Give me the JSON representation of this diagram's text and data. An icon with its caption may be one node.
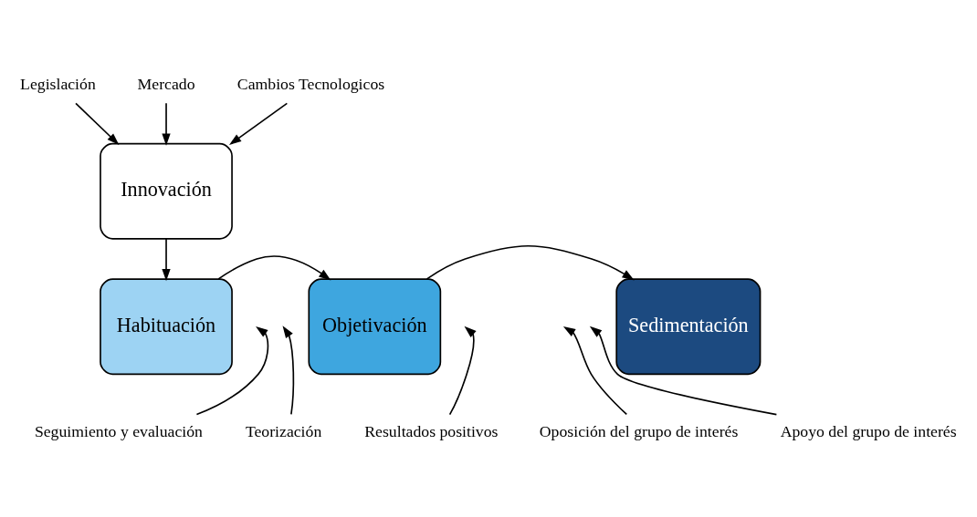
{
  "diagram": {
    "nodes": [
      {
        "text": [
          "Legislación"
        ]
      },
      {
        "text": [
          "Mercado"
        ]
      },
      {
        "text": [
          "Cambios Tecnologicos"
        ]
      },
      {
        "text": [
          "Innovación"
        ]
      },
      {
        "text": [
          "Habituación"
        ]
      },
      {
        "text": [
          "Objetivación"
        ]
      },
      {
        "text": [
          "Sedimentación"
        ]
      },
      {
        "text": [
          "Seguimiento y evaluación"
        ]
      },
      {
        "text": [
          "Teorización"
        ]
      },
      {
        "text": [
          "Resultados positivos"
        ]
      },
      {
        "text": [
          "Oposición del grupo de interés"
        ]
      },
      {
        "text": [
          "Apoyo del grupo de interés"
        ]
      }
    ],
    "edges": [
      {
        "from": 0,
        "to": 3,
        "arrow": "to"
      },
      {
        "from": 1,
        "to": 3,
        "arrow": "to"
      },
      {
        "from": 2,
        "to": 3,
        "arrow": "to"
      },
      {
        "from": 3,
        "to": 4,
        "arrow": "to"
      },
      {
        "from": 4,
        "to": 5,
        "arrow": "to"
      },
      {
        "from": 5,
        "to": 6,
        "arrow": "to"
      },
      {
        "from": 7,
        "to": null,
        "arrow": "to"
      },
      {
        "from": 8,
        "to": null,
        "arrow": "to"
      },
      {
        "from": 9,
        "to": null,
        "arrow": "to"
      },
      {
        "from": 10,
        "to": null,
        "arrow": "to"
      },
      {
        "from": 11,
        "to": null,
        "arrow": "to"
      }
    ]
  }
}
